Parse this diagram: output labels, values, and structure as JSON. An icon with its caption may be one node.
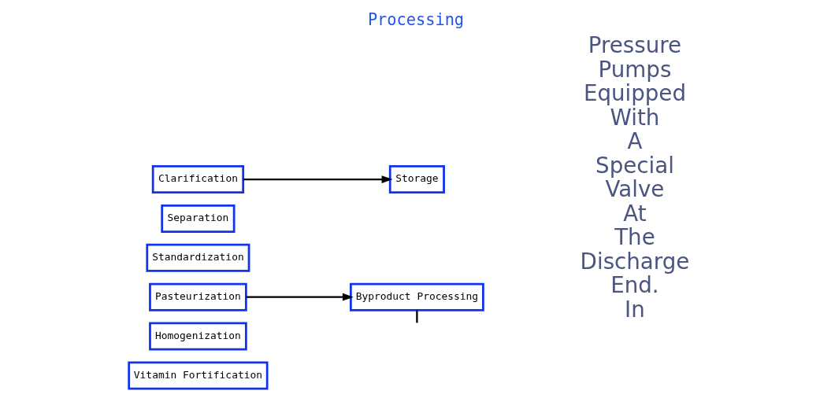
{
  "diagram": {
    "title": "Processing",
    "nodes": [
      {
        "text": [
          "Clarification"
        ]
      },
      {
        "text": [
          "Separation"
        ]
      },
      {
        "text": [
          "Standardization"
        ]
      },
      {
        "text": [
          "Pasteurization"
        ]
      },
      {
        "text": [
          "Homogenization"
        ]
      },
      {
        "text": [
          "Vitamin Fortification"
        ]
      },
      {
        "text": [
          "Storage"
        ]
      },
      {
        "text": [
          "Byproduct Processing"
        ]
      }
    ],
    "edges": [
      {
        "from": 0,
        "to": 6,
        "arrow": "to"
      },
      {
        "from": 3,
        "to": 7,
        "arrow": "to"
      },
      {
        "from": 7,
        "to": null,
        "arrow": "none"
      }
    ],
    "labels": [
      "Pressure Pumps Equipped With A Special Valve At The Discharge End. In"
    ]
  }
}
